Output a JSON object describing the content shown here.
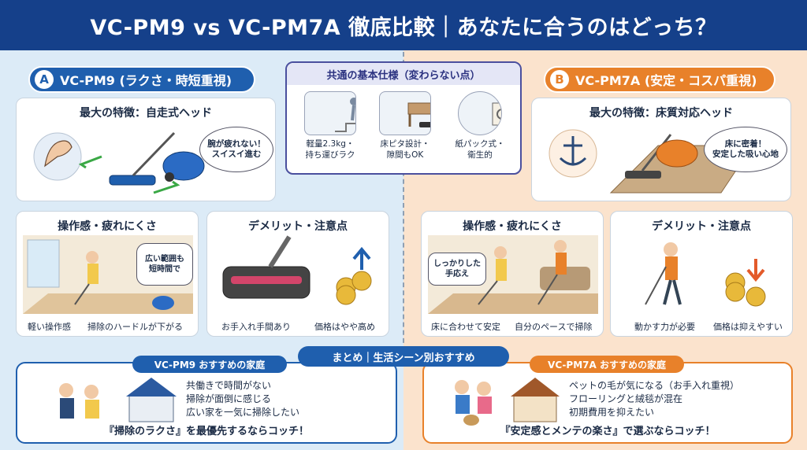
{
  "header": {
    "title": "VC-PM9 vs VC-PM7A 徹底比較｜あなたに合うのはどっち？"
  },
  "model_a": {
    "badge": "A",
    "label": "VC-PM9 (ラクさ・時短重視)",
    "feature_title": "最大の特徴：自走式ヘッド",
    "feature_bubble": "腕が疲れない！\nスイスイ進む",
    "ops_title": "操作感・疲れにくさ",
    "ops_bubble": "広い範囲も\n短時間で",
    "ops_captions": [
      "軽い操作感",
      "掃除のハードルが下がる"
    ],
    "cons_title": "デメリット・注意点",
    "cons_captions": [
      "お手入れ手間あり",
      "価格はやや高め"
    ]
  },
  "common": {
    "title": "共通の基本仕様（変わらない点）",
    "items": [
      {
        "text": "軽量2.3kg・\n持ち運びラク",
        "icon": "stairs-carry-icon"
      },
      {
        "text": "床ピタ設計・\n隙間もOK",
        "icon": "under-bed-icon"
      },
      {
        "text": "紙パック式・\n衛生的",
        "icon": "paper-bag-icon"
      }
    ]
  },
  "model_b": {
    "badge": "B",
    "label": "VC-PM7A (安定・コスパ重視)",
    "feature_title": "最大の特徴：床質対応ヘッド",
    "feature_bubble": "床に密着！\n安定した吸い心地",
    "ops_title": "操作感・疲れにくさ",
    "ops_bubble": "しっかりした\n手応え",
    "ops_captions": [
      "床に合わせて安定",
      "自分のペースで掃除"
    ],
    "cons_title": "デメリット・注意点",
    "cons_captions": [
      "動かす力が必要",
      "価格は抑えやすい"
    ]
  },
  "summary": {
    "banner": "まとめ｜生活シーン別おすすめ",
    "a": {
      "tag": "VC-PM9 おすすめの家庭",
      "lines": [
        "共働きで時間がない",
        "掃除が面倒に感じる",
        "広い家を一気に掃除したい"
      ],
      "footer": "『掃除のラクさ』を最優先するならコッチ！"
    },
    "b": {
      "tag": "VC-PM7A おすすめの家庭",
      "lines": [
        "ペットの毛が気になる（お手入れ重視）",
        "フローリングと絨毯が混在",
        "初期費用を抑えたい"
      ],
      "footer": "『安定感とメンテの楽さ』で選ぶならコッチ！"
    }
  },
  "colors": {
    "title_bg": "#15408a",
    "blue_accent": "#1f5fae",
    "orange_accent": "#e8812a",
    "left_bg": "#dcebf7",
    "right_bg": "#fbe3cd"
  }
}
